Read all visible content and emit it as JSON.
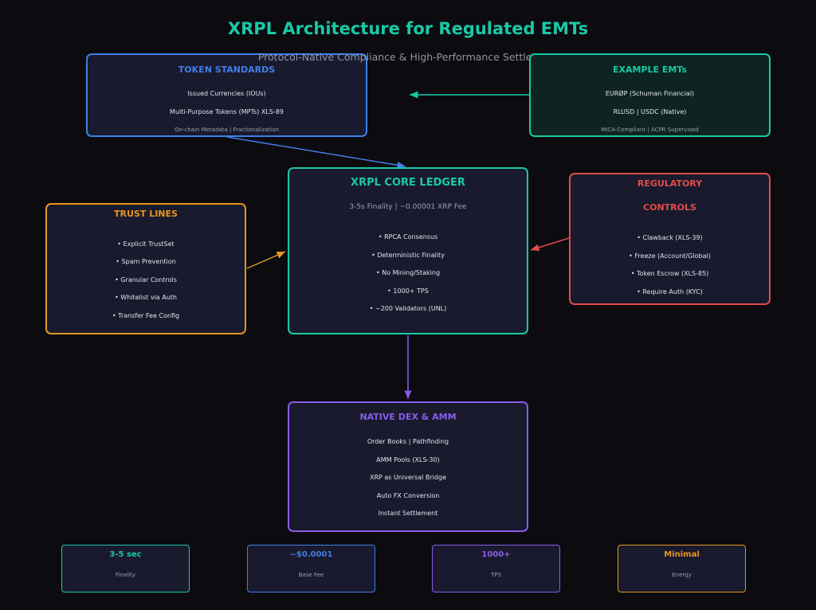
{
  "title": "XRPL Architecture for Regulated EMTs",
  "subtitle": "Protocol-Native Compliance & High-Performance Settlement",
  "colors": {
    "teal": "#19c9a6",
    "blue": "#3f7fe8",
    "orange": "#e5971f",
    "red": "#e14b4b",
    "purple": "#8a5cea",
    "box_bg": "#191a2d"
  },
  "token_standards": {
    "heading": "TOKEN STANDARDS",
    "lines": [
      "Issued Currencies (IOUs)",
      "Multi-Purpose Tokens (MPTs) XLS-89"
    ],
    "meta": "On-chain Metadata | Fractionalization"
  },
  "example_emts": {
    "heading": "EXAMPLE EMTs",
    "lines": [
      "EURØP (Schuman Financial)",
      "RLUSD | USDC (Native)"
    ],
    "meta": "MiCA-Compliant | ACPR Supervised"
  },
  "core_ledger": {
    "heading": "XRPL CORE LEDGER",
    "subheading": "3-5s Finality | ~0.00001 XRP Fee",
    "items": [
      "• RPCA Consensus",
      "• Deterministic Finality",
      "• No Mining/Staking",
      "• 1000+ TPS",
      "• ~200 Validators (UNL)"
    ]
  },
  "trust_lines": {
    "heading": "TRUST LINES",
    "items": [
      "• Explicit TrustSet",
      "• Spam Prevention",
      "• Granular Controls",
      "• Whitelist via Auth",
      "• Transfer Fee Config"
    ]
  },
  "regulatory_controls": {
    "heading_line1": "REGULATORY",
    "heading_line2": "CONTROLS",
    "items": [
      "• Clawback (XLS-39)",
      "• Freeze (Account/Global)",
      "• Token Escrow (XLS-85)",
      "• Require Auth (KYC)"
    ]
  },
  "native_dex": {
    "heading": "NATIVE DEX & AMM",
    "items": [
      "Order Books | Pathfinding",
      "AMM Pools (XLS-30)",
      "XRP as Universal Bridge",
      "Auto FX Conversion",
      "Instant Settlement"
    ]
  },
  "stats": [
    {
      "value": "3-5 sec",
      "label": "Finality",
      "color": "#19c9a6"
    },
    {
      "value": "~$0.0001",
      "label": "Base Fee",
      "color": "#3f7fe8"
    },
    {
      "value": "1000+",
      "label": "TPS",
      "color": "#8a5cea"
    },
    {
      "value": "Minimal",
      "label": "Energy",
      "color": "#e5971f"
    }
  ]
}
